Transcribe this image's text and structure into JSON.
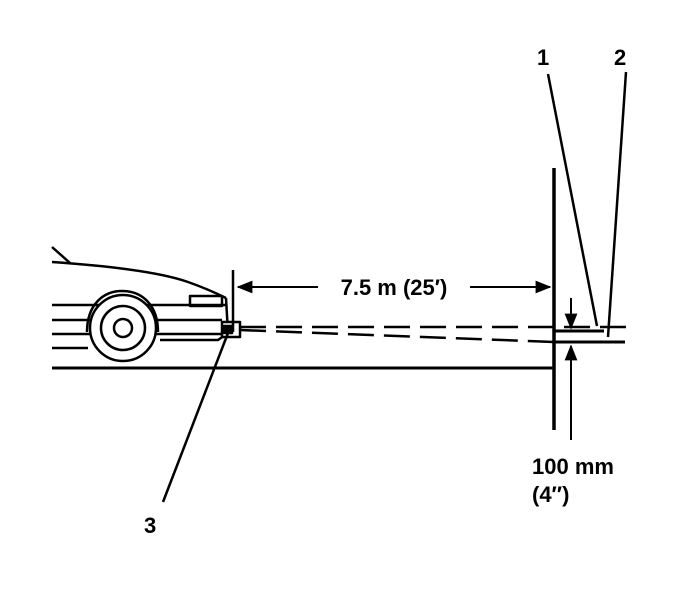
{
  "figure": {
    "callouts": [
      "1",
      "2",
      "3"
    ],
    "distance_label": "7.5 m (25′)",
    "height_label_line1": "100 mm",
    "height_label_line2": "(4″)"
  }
}
